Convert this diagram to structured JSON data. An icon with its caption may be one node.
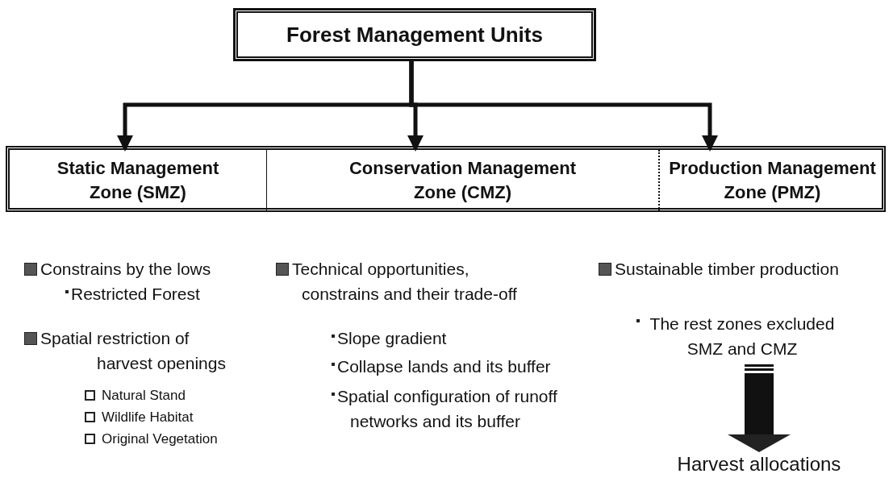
{
  "diagram": {
    "nodes": [
      {
        "text": [
          "Forest Management Units"
        ]
      },
      {
        "text": [],
        "shape": "box"
      },
      {
        "text": [
          "Static Management Zone (SMZ)"
        ],
        "in": 1
      },
      {
        "text": [
          "Conservation Management Zone (CMZ)"
        ],
        "in": 1
      },
      {
        "text": [
          "Production Management Zone (PMZ)"
        ],
        "in": 1
      },
      {
        "text": [
          "The rest zones excluded SMZ and CMZ"
        ]
      },
      {
        "text": [
          "Harvest allocations"
        ]
      }
    ],
    "edges": [
      {
        "from": 0,
        "to": 2,
        "arrow": "to"
      },
      {
        "from": 0,
        "to": 3,
        "arrow": "to"
      },
      {
        "from": 0,
        "to": 4,
        "arrow": "to"
      },
      {
        "from": 5,
        "to": 6,
        "arrow": "to",
        "style": "thick"
      }
    ],
    "labels": [
      "Constrains by the lows",
      "Restricted Forest",
      "Spatial restriction of harvest openings",
      "Natural Stand",
      "Wildlife Habitat",
      "Original Vegetation",
      "Technical opportunities, constrains and their trade-off",
      "Slope gradient",
      "Collapse lands and its buffer",
      "Spatial configuration of runoff networks and its buffer",
      "Sustainable timber production"
    ]
  }
}
